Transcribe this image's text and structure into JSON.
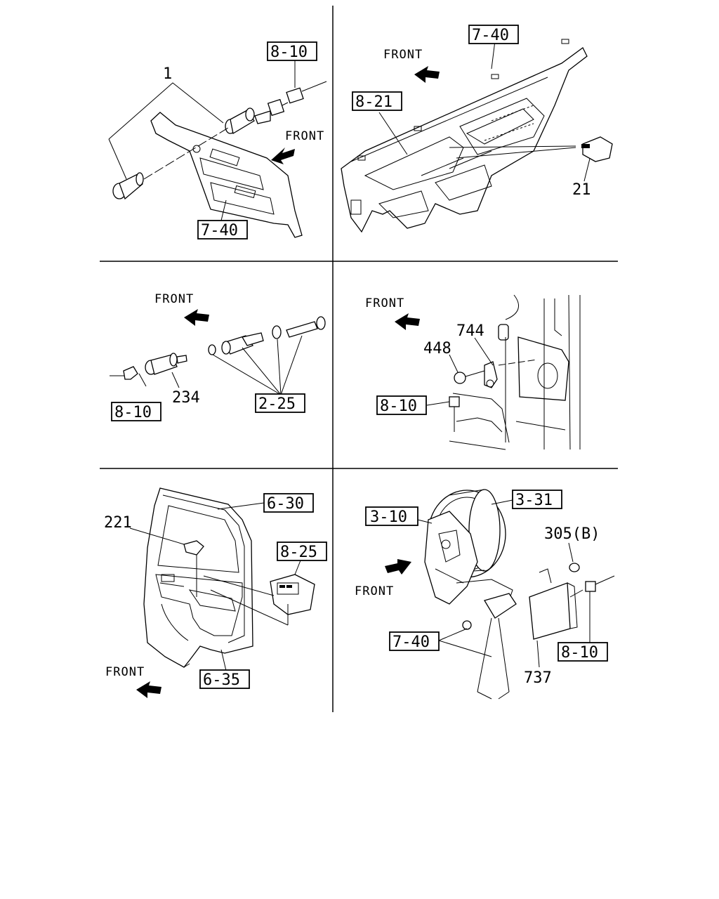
{
  "panels": [
    {
      "id": "p1",
      "front": "FRONT",
      "refs": [
        "8-10",
        "7-40"
      ],
      "parts": [
        "1"
      ]
    },
    {
      "id": "p2",
      "front": "FRONT",
      "refs": [
        "7-40",
        "8-21"
      ],
      "parts": [
        "21"
      ]
    },
    {
      "id": "p3",
      "front": "FRONT",
      "refs": [
        "8-10",
        "2-25"
      ],
      "parts": [
        "234"
      ]
    },
    {
      "id": "p4",
      "front": "FRONT",
      "refs": [
        "8-10"
      ],
      "parts": [
        "744",
        "448"
      ]
    },
    {
      "id": "p5",
      "front": "FRONT",
      "refs": [
        "6-30",
        "8-25",
        "6-35"
      ],
      "parts": [
        "221"
      ]
    },
    {
      "id": "p6",
      "front": "FRONT",
      "refs": [
        "3-10",
        "3-31",
        "7-40",
        "8-10"
      ],
      "parts": [
        "305(B)",
        "737"
      ]
    }
  ]
}
